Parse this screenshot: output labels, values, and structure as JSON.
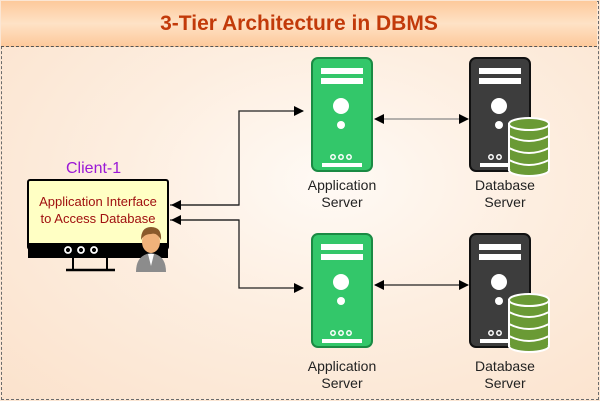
{
  "title": "3-Tier Architecture in DBMS",
  "client": {
    "label": "Client-1",
    "screen_line1": "Application Interface",
    "screen_line2": "to Access Database"
  },
  "app_servers": [
    {
      "line1": "Application",
      "line2": "Server"
    },
    {
      "line1": "Application",
      "line2": "Server"
    }
  ],
  "db_servers": [
    {
      "line1": "Database",
      "line2": "Server"
    },
    {
      "line1": "Database",
      "line2": "Server"
    }
  ],
  "colors": {
    "title": "#c23a0a",
    "client_label": "#9b18d6",
    "screen_text": "#a01010",
    "app_server": "#33c76a",
    "db_server": "#3d3d3d",
    "db_cylinder": "#6a9a35"
  }
}
